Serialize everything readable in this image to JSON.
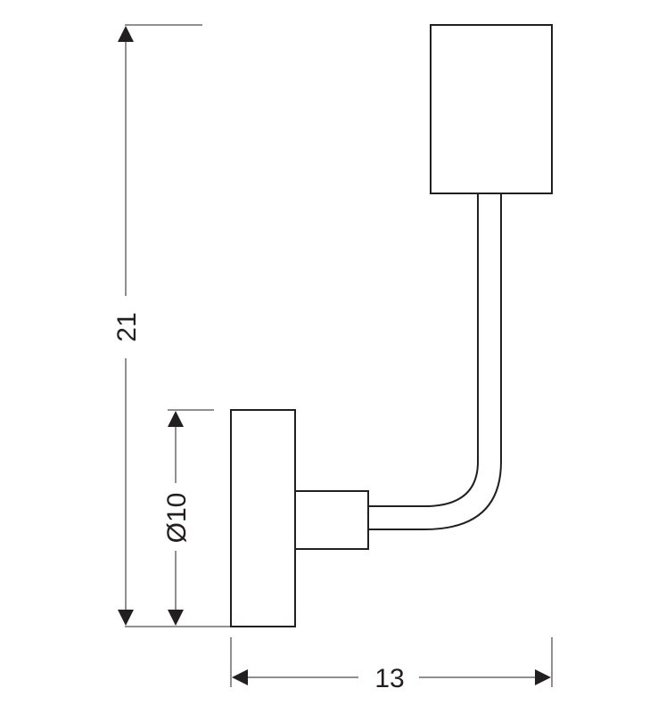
{
  "drawing": {
    "subject": "wall-lamp-technical-drawing",
    "dimensions": {
      "height": "21",
      "base_diameter": "Ø10",
      "width": "13"
    },
    "colors": {
      "line": "#231f20",
      "background": "#ffffff"
    }
  }
}
